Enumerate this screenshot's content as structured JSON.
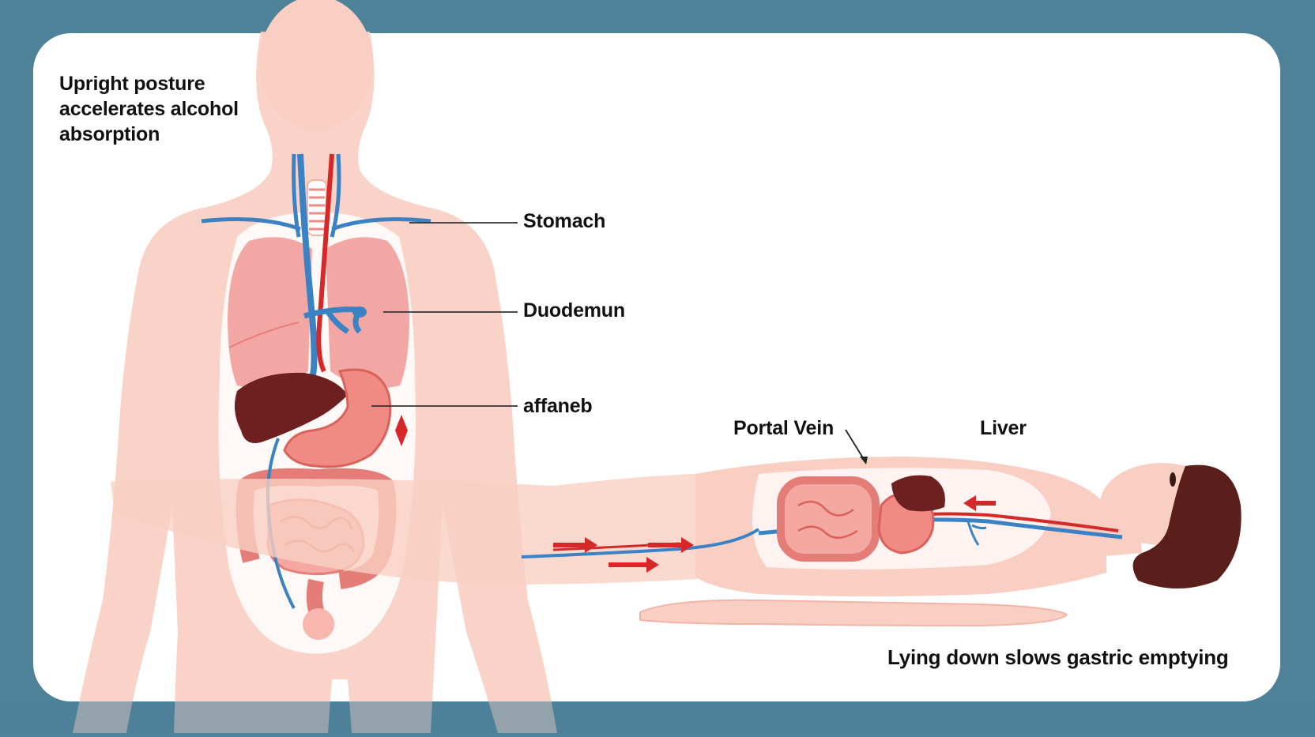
{
  "captions": {
    "upright": "Upright posture accelerates alcohol absorption",
    "lying": "Lying down slows gastric emptying"
  },
  "labels": {
    "stomach": "Stomach",
    "duodenum": "Duodemun",
    "third": "affaneb",
    "portal_vein": "Portal Vein",
    "liver": "Liver"
  },
  "colors": {
    "background": "#4d8299",
    "panel": "#ffffff",
    "skin": "#f7c6b8",
    "lungs": "#f2a2a0",
    "liver": "#6e1f1f",
    "stomach": "#f08a84",
    "intestine": "#e47c78",
    "vein": "#3b82c4",
    "artery": "#d62828",
    "hair": "#5a1f1a"
  }
}
